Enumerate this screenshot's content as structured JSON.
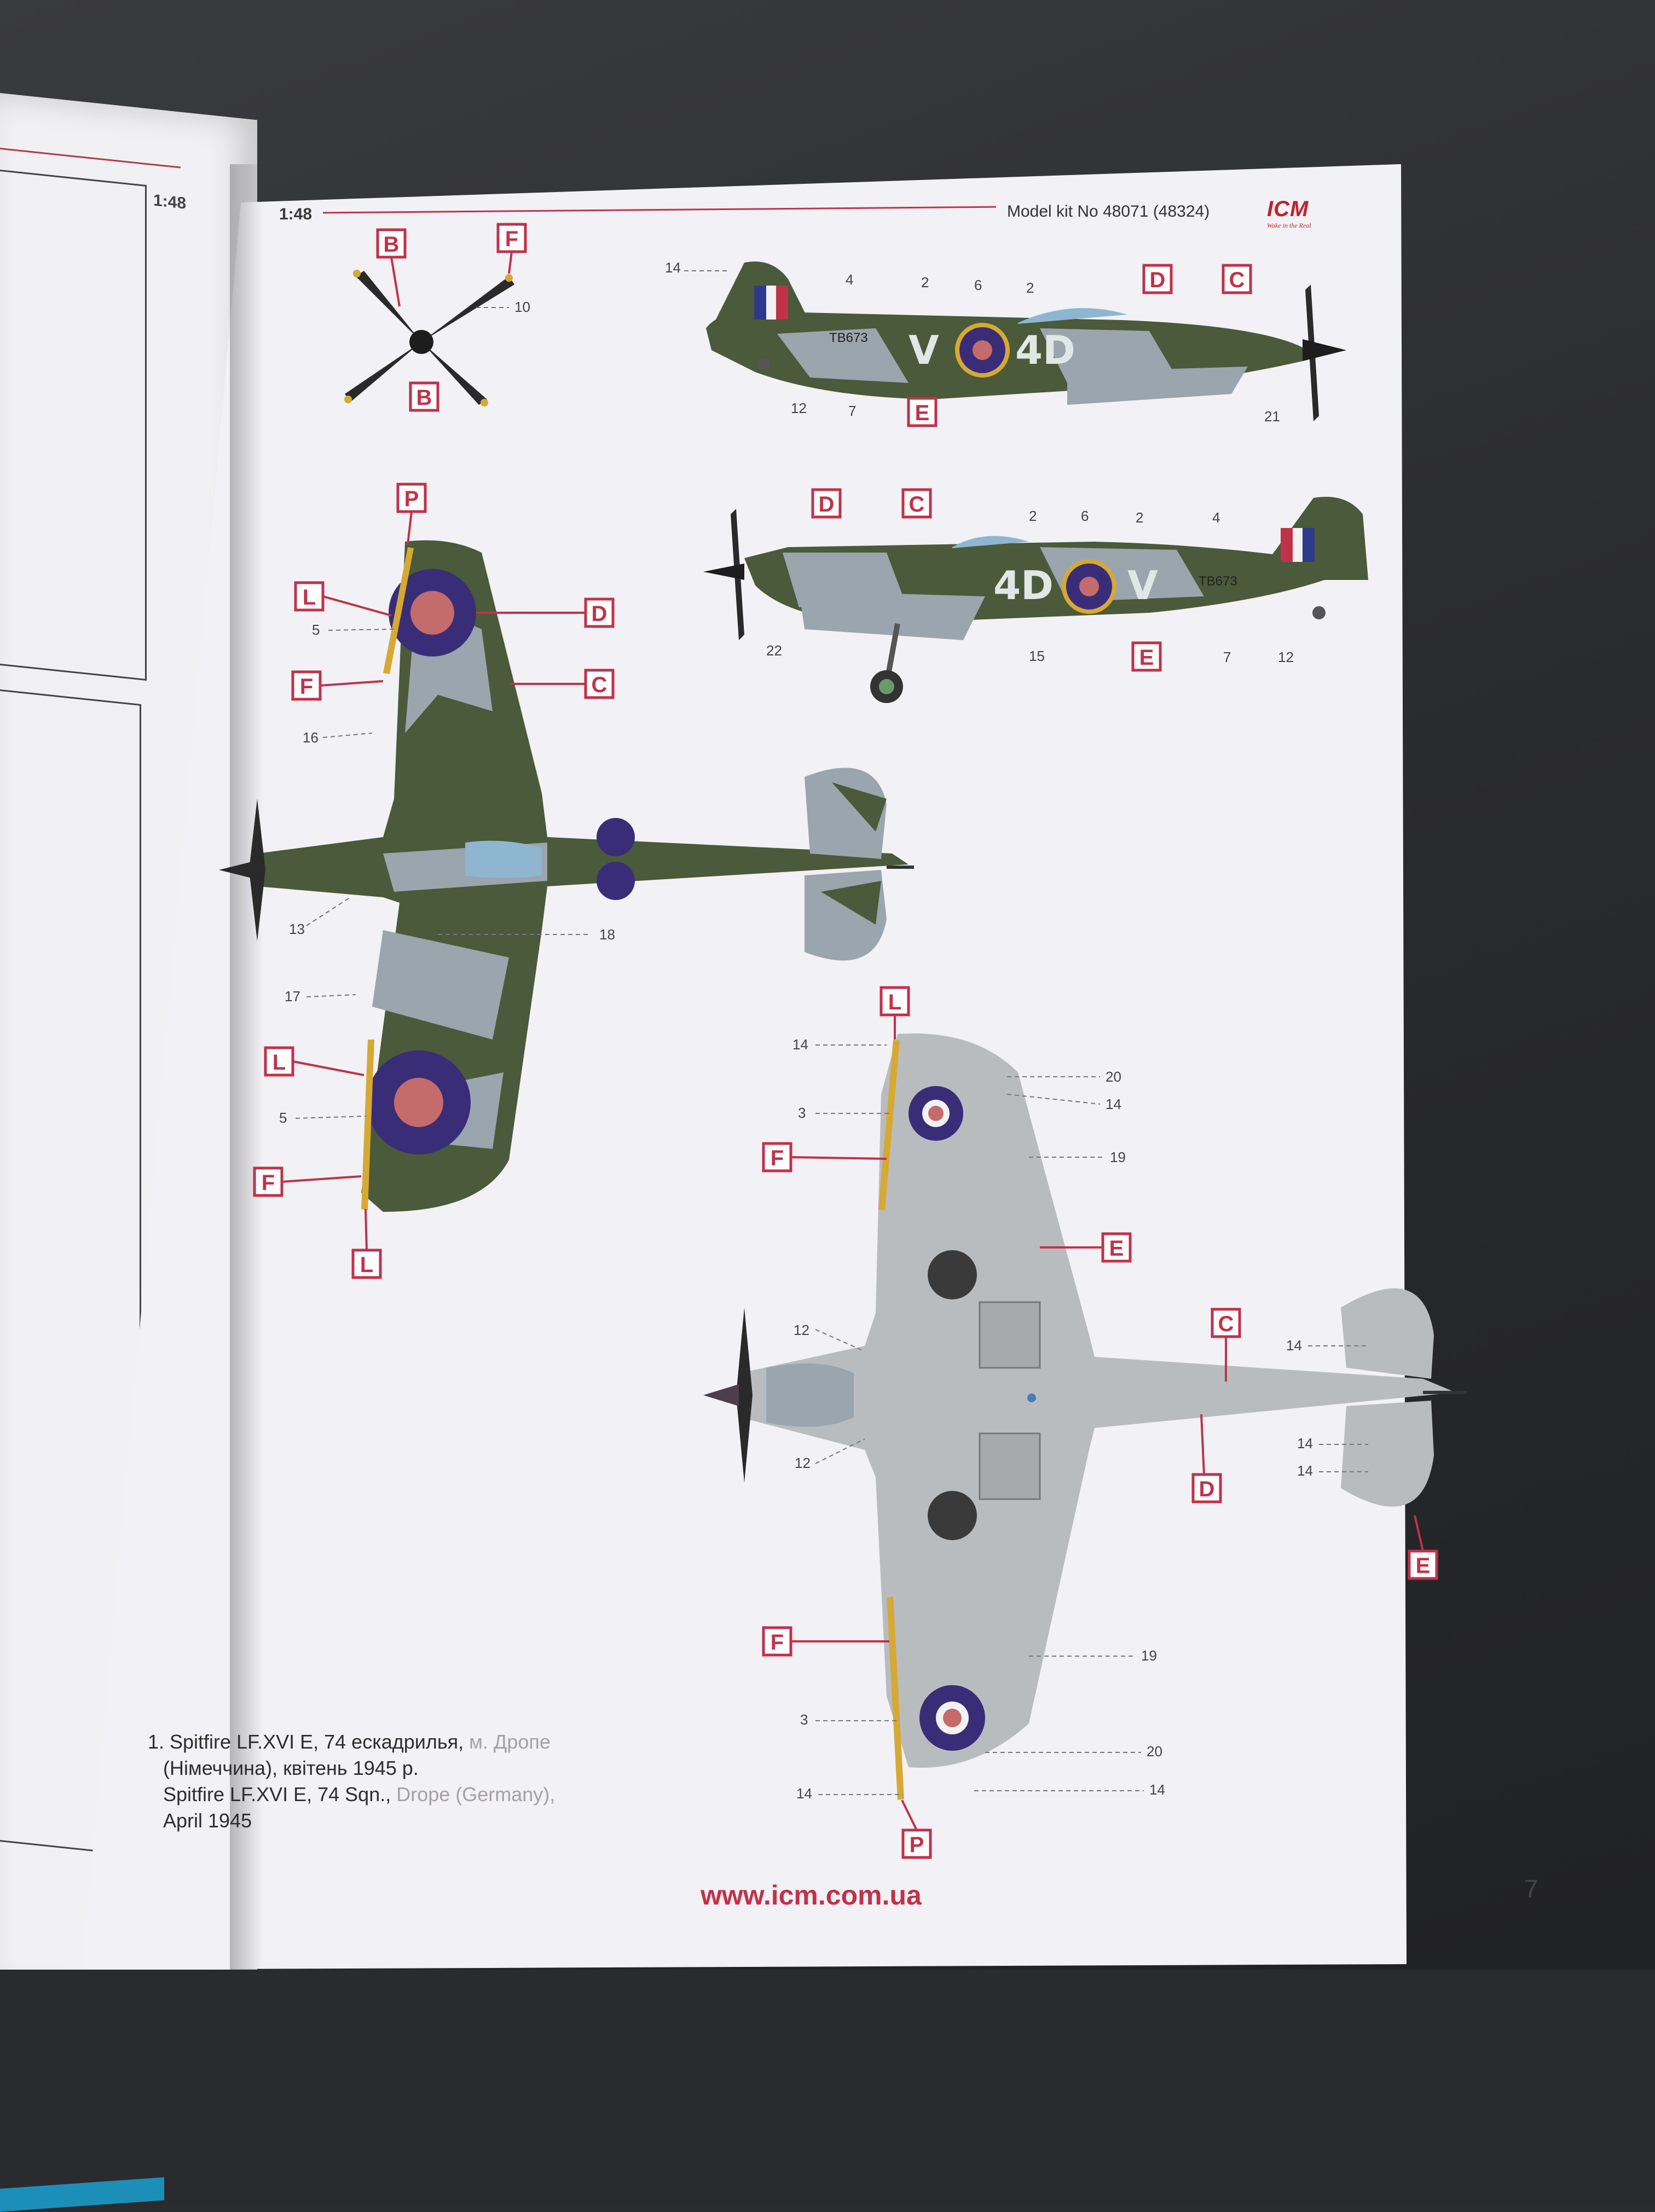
{
  "header": {
    "scale": "1:48",
    "left_page_scale": "1:48",
    "kit_number": "Model kit No 48071 (48324)",
    "brand": "ICM",
    "brand_tagline": "Wake in the Real"
  },
  "callouts": {
    "B": "B",
    "F": "F",
    "P": "P",
    "L": "L",
    "D": "D",
    "C": "C",
    "E": "E"
  },
  "numbers": {
    "n2": "2",
    "n3": "3",
    "n4": "4",
    "n5": "5",
    "n6": "6",
    "n7": "7",
    "n10": "10",
    "n12": "12",
    "n13": "13",
    "n14": "14",
    "n15": "15",
    "n16": "16",
    "n17": "17",
    "n18": "18",
    "n19": "19",
    "n20": "20",
    "n21": "21",
    "n22": "22"
  },
  "aircraft_markings": {
    "code_left": "V",
    "code_right": "4D",
    "code_right_view": "4D",
    "code_right_view_letter": "V",
    "serial": "TB673"
  },
  "caption": {
    "line1_a": "1. Spitfire LF.XVI E, 74 ескадрилья, ",
    "line1_b": "м. Дропе",
    "line2": "(Німеччина), квітень 1945 р.",
    "line3_a": "Spitfire LF.XVI E, 74 Sqn., ",
    "line3_b": "Drope (Germany),",
    "line4": "April 1945"
  },
  "website": "www.icm.com.ua",
  "page_number": "7",
  "colors": {
    "accent": "#c0324a",
    "camo_green": "#4a5a3a",
    "camo_grey": "#9aa5ae",
    "underside": "#b9bcbf",
    "roundel_blue": "#3a2d78",
    "roundel_red": "#c46b6b",
    "yellow": "#d6a934"
  }
}
